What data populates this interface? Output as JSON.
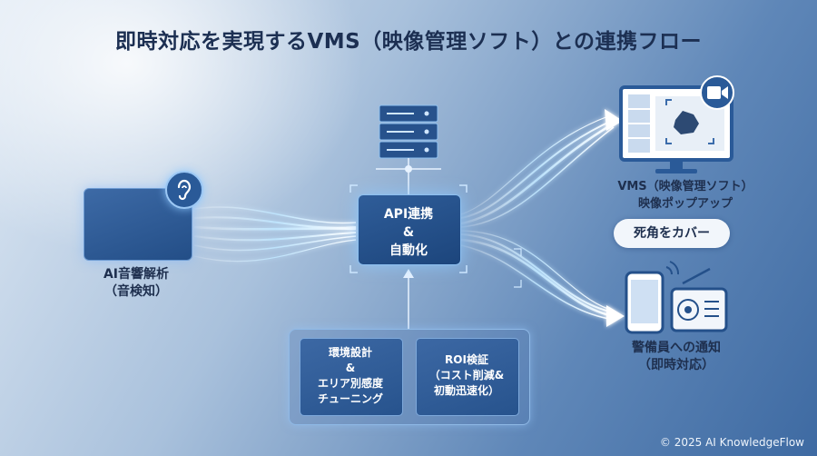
{
  "title": "即時対応を実現するVMS（映像管理ソフト）との連携フロー",
  "audio_node": {
    "label_line1": "AI音響解析",
    "label_line2": "（音検知）",
    "icon": "ear-icon",
    "graphic": "sound-wave-icon"
  },
  "api_node": {
    "line1": "API連携",
    "line2": "&",
    "line3": "自動化",
    "icon": "server-icon"
  },
  "vms_node": {
    "label_line1": "VMS（映像管理ソフト）",
    "label_line2": "映像ポップアップ",
    "icon": "monitor-icon",
    "badge_icon": "video-camera-icon"
  },
  "blind_spot_pill": "死角をカバー",
  "guard_node": {
    "label_line1": "警備員への通知",
    "label_line2": "（即時対応）",
    "icons": [
      "smartphone-icon",
      "radio-icon"
    ]
  },
  "bottom_panel": {
    "left": {
      "line1": "環境設計",
      "line2": "&",
      "line3": "エリア別感度",
      "line4": "チューニング"
    },
    "right": {
      "line1": "ROI検証",
      "line2": "（コスト削減&",
      "line3": "初動迅速化）"
    }
  },
  "copyright": "© 2025 AI KnowledgeFlow",
  "colors": {
    "title": "#1c2f52",
    "accent_glow": "#8fd0ff",
    "node_fill": "#24508a",
    "label": "#1e2f4e"
  }
}
